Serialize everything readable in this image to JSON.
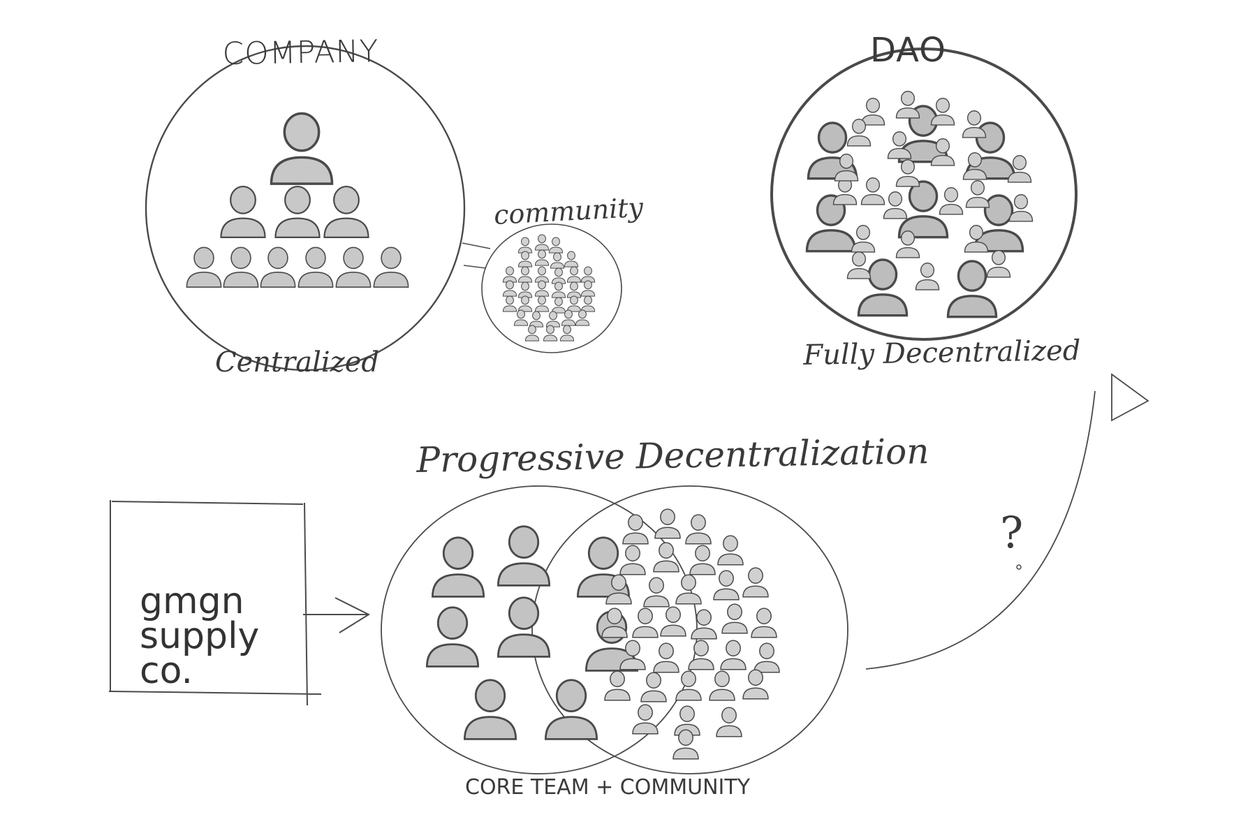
{
  "diagram": {
    "company": {
      "title": "COMPANY",
      "caption": "Centralized"
    },
    "community": {
      "label": "community"
    },
    "dao": {
      "title": "DAO",
      "caption": "Fully Decentralized"
    },
    "progressive": {
      "title": "Progressive Decentralization",
      "caption": "CORE TEAM + COMMUNITY"
    },
    "brand": {
      "line1": "gmgn",
      "line2": "supply",
      "line3": "co."
    },
    "question": "?"
  },
  "colors": {
    "stroke": "#4a4a4a",
    "person_fill": "#c8c8c8",
    "person_fill_small": "#d2d2d2",
    "background": "#ffffff"
  }
}
